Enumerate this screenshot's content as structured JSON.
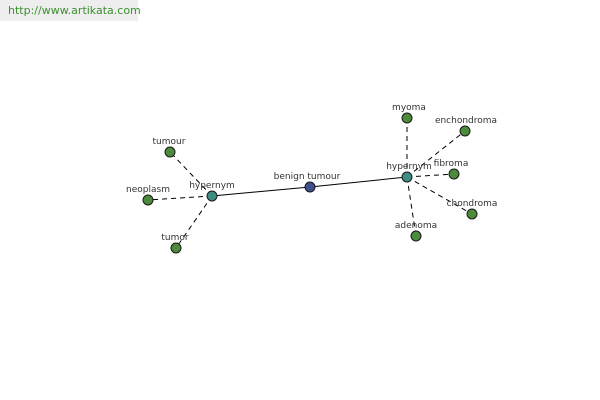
{
  "header": {
    "url_text": "http://www.artikata.com"
  },
  "colors": {
    "url_text": "#3e8e32",
    "label_text": "#333333",
    "center_node": "#3c4f8c",
    "hypernym_node": "#3f8c82",
    "leaf_node": "#4c8a3c"
  },
  "graph": {
    "nodes": [
      {
        "id": "benign-tumour",
        "label": "benign tumour",
        "kind": "center"
      },
      {
        "id": "hypernym-left",
        "label": "hypernym",
        "kind": "hypernym"
      },
      {
        "id": "hypernym-right",
        "label": "hypernym",
        "kind": "hypernym"
      },
      {
        "id": "tumour",
        "label": "tumour",
        "kind": "leaf"
      },
      {
        "id": "neoplasm",
        "label": "neoplasm",
        "kind": "leaf"
      },
      {
        "id": "tumor",
        "label": "tumor",
        "kind": "leaf"
      },
      {
        "id": "myoma",
        "label": "myoma",
        "kind": "leaf"
      },
      {
        "id": "enchondroma",
        "label": "enchondroma",
        "kind": "leaf"
      },
      {
        "id": "fibroma",
        "label": "fibroma",
        "kind": "leaf"
      },
      {
        "id": "chondroma",
        "label": "chondroma",
        "kind": "leaf"
      },
      {
        "id": "adenoma",
        "label": "adenoma",
        "kind": "leaf"
      }
    ],
    "edges": [
      {
        "from": "hypernym-left",
        "to": "benign-tumour",
        "style": "solid"
      },
      {
        "from": "benign-tumour",
        "to": "hypernym-right",
        "style": "solid"
      },
      {
        "from": "hypernym-left",
        "to": "tumour",
        "style": "dashed"
      },
      {
        "from": "hypernym-left",
        "to": "neoplasm",
        "style": "dashed"
      },
      {
        "from": "hypernym-left",
        "to": "tumor",
        "style": "dashed"
      },
      {
        "from": "hypernym-right",
        "to": "myoma",
        "style": "dashed"
      },
      {
        "from": "hypernym-right",
        "to": "enchondroma",
        "style": "dashed"
      },
      {
        "from": "hypernym-right",
        "to": "fibroma",
        "style": "dashed"
      },
      {
        "from": "hypernym-right",
        "to": "chondroma",
        "style": "dashed"
      },
      {
        "from": "hypernym-right",
        "to": "adenoma",
        "style": "dashed"
      }
    ]
  }
}
